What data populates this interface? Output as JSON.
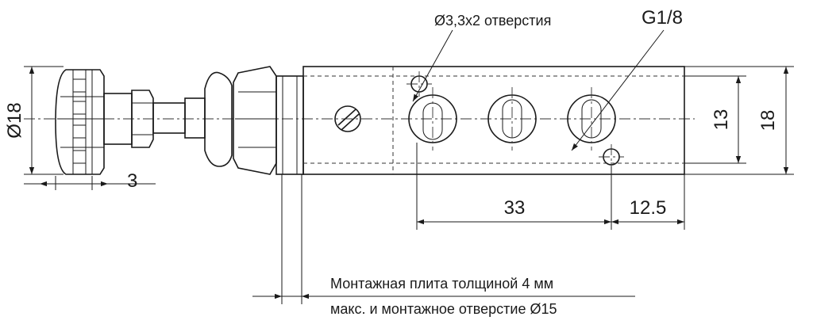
{
  "labels": {
    "hole_note": "Ø3,3x2 отверстия",
    "thread": "G1/8",
    "dia18": "Ø18",
    "dim3": "3",
    "dim33": "33",
    "dim12_5": "12.5",
    "dim13": "13",
    "dim18": "18",
    "note_line1": "Монтажная плита толщиной 4 мм",
    "note_line2": "макс. и монтажное отверстие Ø15"
  }
}
